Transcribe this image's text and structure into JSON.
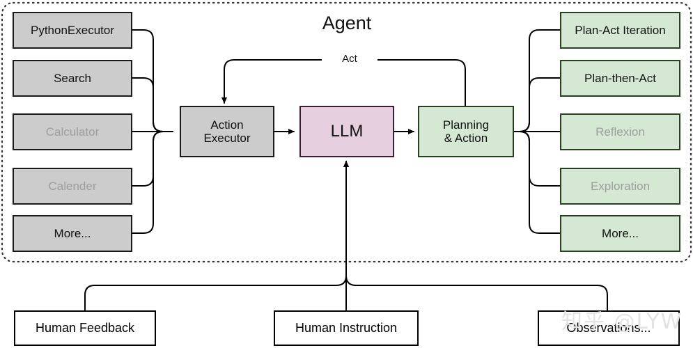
{
  "diagram": {
    "title": "Agent",
    "watermark": "知乎 @LYW",
    "edge_labels": {
      "act": "Act"
    },
    "colors": {
      "tool_fill": "#cccccc",
      "tool_stroke": "#1a1a1a",
      "strategy_fill": "#d5e8d4",
      "strategy_stroke": "#27401f",
      "llm_fill": "#e6d0e0",
      "llm_stroke": "#3a1f33",
      "io_fill": "#ffffff",
      "io_stroke": "#000000",
      "dim_text": "#9d9d9d",
      "watermark": "#e3e3e3",
      "boundary": "#333333"
    }
  },
  "tools": [
    {
      "label": "PythonExecutor",
      "dim": false
    },
    {
      "label": "Search",
      "dim": false
    },
    {
      "label": "Calculator",
      "dim": true
    },
    {
      "label": "Calender",
      "dim": true
    },
    {
      "label": "More...",
      "dim": false
    }
  ],
  "core": [
    {
      "label": "Action\nExecutor",
      "name": "action-executor"
    },
    {
      "label": "LLM",
      "name": "llm"
    },
    {
      "label": "Planning\n& Action",
      "name": "planning-and-action"
    }
  ],
  "strategies": [
    {
      "label": "Plan-Act Iteration",
      "dim": false
    },
    {
      "label": "Plan-then-Act",
      "dim": false
    },
    {
      "label": "Reflexion",
      "dim": true
    },
    {
      "label": "Exploration",
      "dim": true
    },
    {
      "label": "More...",
      "dim": false
    }
  ],
  "inputs": [
    {
      "label": "Human Feedback"
    },
    {
      "label": "Human Instruction"
    },
    {
      "label": "Observations..."
    }
  ]
}
